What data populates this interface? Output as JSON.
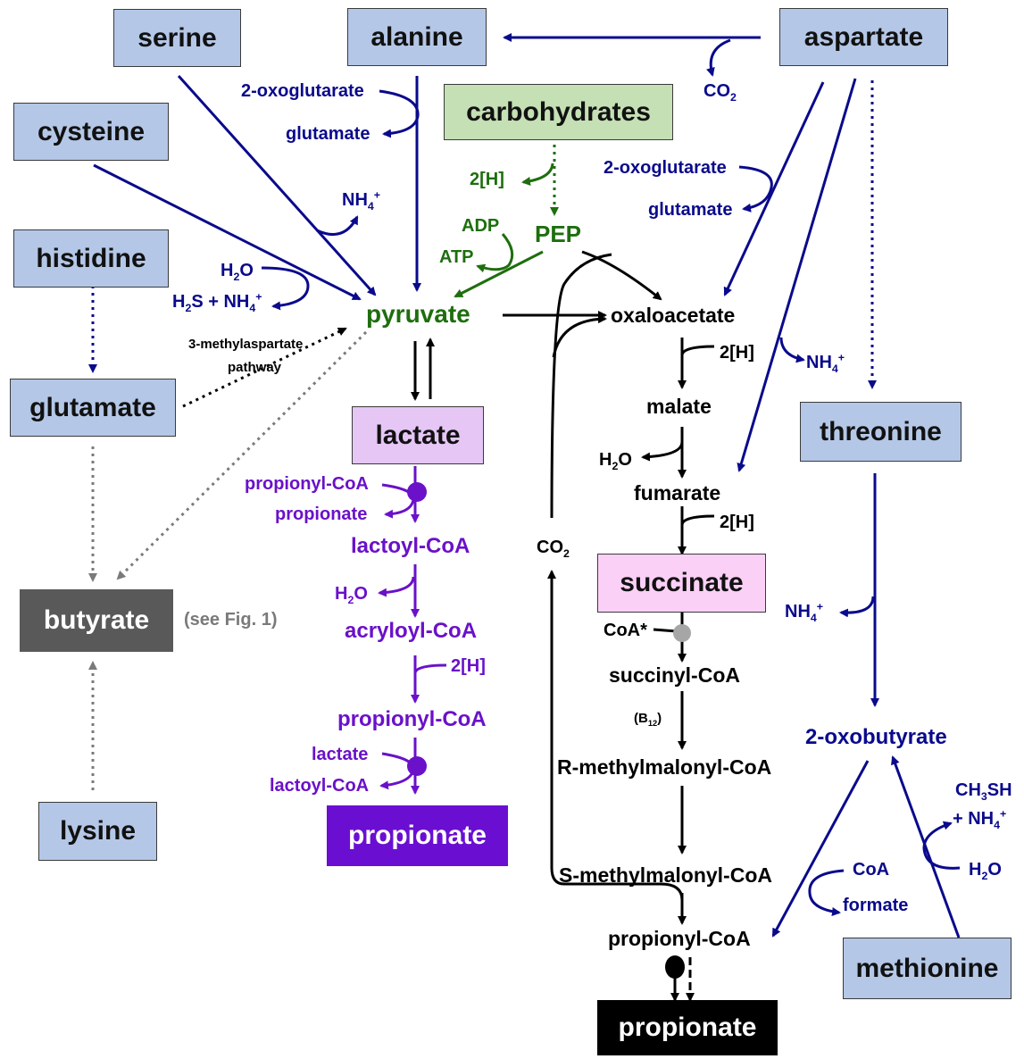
{
  "boxes": {
    "serine": "serine",
    "alanine": "alanine",
    "aspartate": "aspartate",
    "cysteine": "cysteine",
    "carbohydrates": "carbohydrates",
    "histidine": "histidine",
    "glutamate": "glutamate",
    "lactate": "lactate",
    "threonine": "threonine",
    "butyrate": "butyrate",
    "succinate": "succinate",
    "lysine": "lysine",
    "propionate_acrylate": "propionate",
    "methionine": "methionine",
    "propionate_succinate": "propionate"
  },
  "labels": {
    "oxoglutarate_left": "2-oxoglutarate",
    "glutamate_left": "glutamate",
    "co2_top": "CO",
    "co2_top_sub": "2",
    "oxoglutarate_right": "2-oxoglutarate",
    "glutamate_right": "glutamate",
    "h2_green": "2[H]",
    "pep": "PEP",
    "adp": "ADP",
    "atp": "ATP",
    "nh4_serine": "NH",
    "nh4_serine_sub": "4",
    "nh4_serine_sup": "+",
    "h2o_cys": "H",
    "h2o_cys_sub": "2",
    "h2o_cys_o": "O",
    "h2s_a": "H",
    "h2s_sub": "2",
    "h2s_b": "S + NH",
    "h2s_sub2": "4",
    "h2s_sup": "+",
    "pyruvate": "pyruvate",
    "oxaloacetate": "oxaloacetate",
    "methylaspartate": "3-methylaspartate",
    "pathway": "pathway",
    "h2_oxal": "2[H]",
    "malate": "malate",
    "nh4_asp": "NH",
    "nh4_asp_sub": "4",
    "nh4_asp_sup": "+",
    "h2o_mal": "H",
    "h2o_mal_sub": "2",
    "h2o_mal_o": "O",
    "fumarate": "fumarate",
    "h2_fum": "2[H]",
    "propionylcoa_in": "propionyl-CoA",
    "propionate_out": "propionate",
    "lactoylcoa": "lactoyl-CoA",
    "co2_mid": "CO",
    "co2_mid_sub": "2",
    "see_fig": "(see Fig. 1)",
    "h2o_acr": "H",
    "h2o_acr_sub": "2",
    "h2o_acr_o": "O",
    "acryloylcoa": "acryloyl-CoA",
    "coa_star": "CoA*",
    "nh4_thr": "NH",
    "nh4_thr_sub": "4",
    "nh4_thr_sup": "+",
    "h2_acr": "2[H]",
    "succinylcoa": "succinyl-CoA",
    "b12_a": "(B",
    "b12_sub": "12",
    "b12_b": ")",
    "propionylcoa_mid": "propionyl-CoA",
    "oxobutyrate": "2-oxobutyrate",
    "lactate_in": "lactate",
    "rmethyl": "R-methylmalonyl-CoA",
    "ch3sh_a": "CH",
    "ch3sh_sub": "3",
    "ch3sh_b": "SH",
    "nh4_met_a": "+ NH",
    "nh4_met_sub": "4",
    "nh4_met_sup": "+",
    "lactoylcoa_out": "lactoyl-CoA",
    "smethyl": "S-methylmalonyl-CoA",
    "coa_met": "CoA",
    "h2o_met": "H",
    "h2o_met_sub": "2",
    "h2o_met_o": "O",
    "formate": "formate",
    "propionylcoa_bot": "propionyl-CoA"
  },
  "colors": {
    "amino_acid_box": "#b4c7e7",
    "carbohydrate_box": "#c5e0b4",
    "lactate_box": "#e5c6f5",
    "succinate_box": "#fbd0f7",
    "butyrate_box": "#595959",
    "acrylate_product_box": "#6a0fd2",
    "succinate_product_box": "#000000",
    "blue_arrows": "#0a0a8c",
    "purple_arrows": "#6a11c9",
    "green_arrows": "#1e6e0e",
    "grey_arrows": "#7a7a7a"
  }
}
